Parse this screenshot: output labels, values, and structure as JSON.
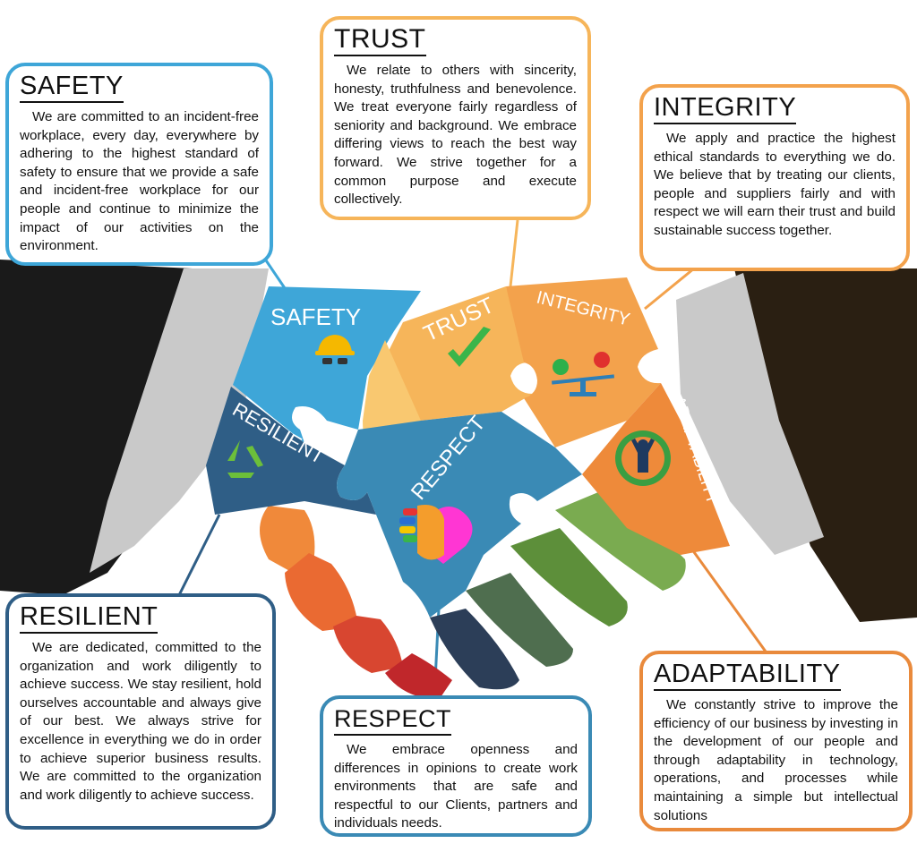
{
  "colors": {
    "safety": "#3ea6d8",
    "trust": "#f6b55a",
    "integrity": "#f3a24c",
    "adaptability": "#ee8a3a",
    "resilient": "#2f5e86",
    "respect": "#3a8ab5",
    "sleeve_left": "#1a1a1a",
    "sleeve_right": "#2a1f12",
    "cuff": "#c9c9c9"
  },
  "cards": {
    "safety": {
      "title": "SAFETY",
      "body": "We are committed to an incident-free workplace, every day, everywhere by adhering to the highest standard of safety to ensure that we provide a safe and incident-free workplace for our people and continue to minimize the impact of our activities on the environment."
    },
    "trust": {
      "title": "TRUST",
      "body": "We relate to others with sincerity, honesty, truthfulness and benevolence. We treat everyone fairly regardless of seniority and background. We embrace differing views to reach the best way forward. We strive together for a common purpose and execute collectively."
    },
    "integrity": {
      "title": "INTEGRITY",
      "body": "We apply and practice the highest ethical standards to everything we do. We believe that by treating our clients, people and suppliers fairly and with respect we will earn their trust and build sustainable success together."
    },
    "resilient": {
      "title": "RESILIENT",
      "body": "We are dedicated, committed to the organization and work diligently to achieve success. We stay resilient, hold ourselves accountable and always give of our best. We always strive for excellence in everything we do in order to achieve superior business results. We are committed to the organization and work diligently to achieve success."
    },
    "respect": {
      "title": "RESPECT",
      "body": "We embrace openness and differences in opinions to create work environments that are safe and respectful to our Clients, partners and individuals needs."
    },
    "adaptability": {
      "title": "ADAPTABILITY",
      "body": "We constantly strive to improve the efficiency of our business by investing in the development of our people and through adaptability in technology, operations, and processes while maintaining a simple but intellectual solutions"
    }
  },
  "puzzle": {
    "safety": "SAFETY",
    "trust": "TRUST",
    "integrity": "INTEGRITY",
    "resilient": "RESILIENT",
    "respect": "RESPECT",
    "adaptability": "ADAPTABILITY"
  }
}
